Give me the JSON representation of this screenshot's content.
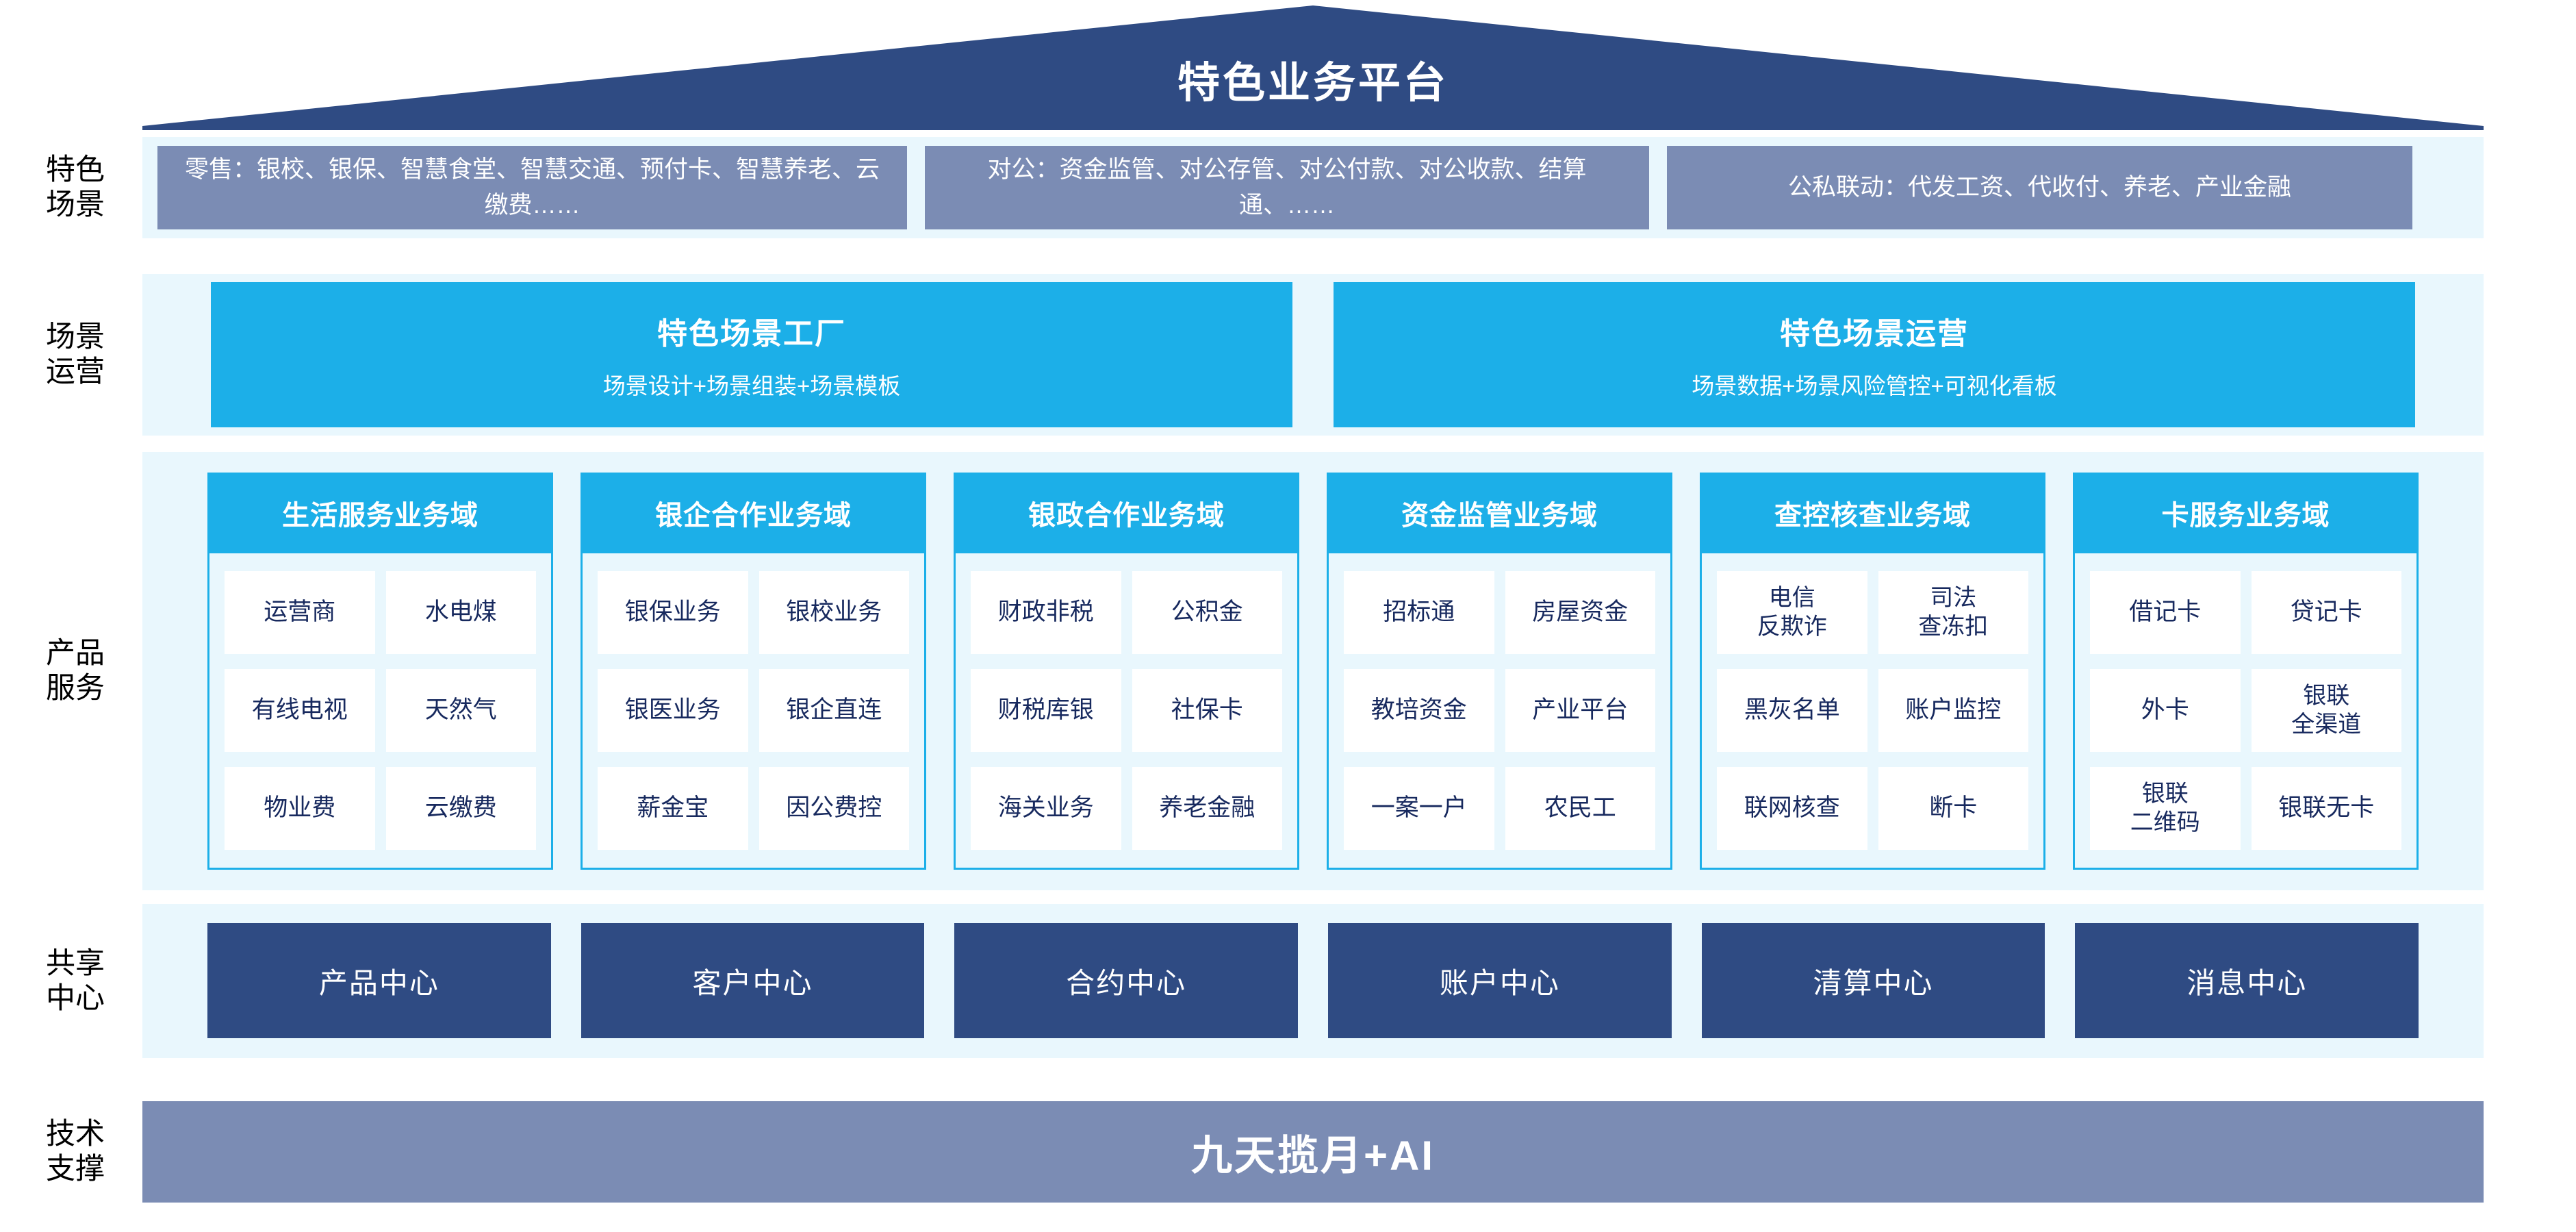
{
  "platform": {
    "title": "特色业务平台"
  },
  "rows": {
    "scenario_label": "特色\n场景",
    "operation_label": "场景\n运营",
    "product_label": "产品\n服务",
    "shared_label": "共享\n中心",
    "tech_label": "技术\n支撑"
  },
  "scenarios": [
    {
      "name": "retail",
      "text": "零售：银校、银保、智慧食堂、智慧交通、预付卡、智慧养老、云缴费……"
    },
    {
      "name": "corporate",
      "text": "对公：资金监管、对公存管、对公付款、对公收款、结算通、……"
    },
    {
      "name": "linkage",
      "text": "公私联动：代发工资、代收付、养老、产业金融"
    }
  ],
  "operations": [
    {
      "title": "特色场景工厂",
      "subtitle": "场景设计+场景组装+场景模板"
    },
    {
      "title": "特色场景运营",
      "subtitle": "场景数据+场景风险管控+可视化看板"
    }
  ],
  "domains": [
    {
      "title": "生活服务业务域",
      "items": [
        "运营商",
        "水电煤",
        "有线电视",
        "天然气",
        "物业费",
        "云缴费"
      ]
    },
    {
      "title": "银企合作业务域",
      "items": [
        "银保业务",
        "银校业务",
        "银医业务",
        "银企直连",
        "薪金宝",
        "因公费控"
      ]
    },
    {
      "title": "银政合作业务域",
      "items": [
        "财政非税",
        "公积金",
        "财税库银",
        "社保卡",
        "海关业务",
        "养老金融"
      ]
    },
    {
      "title": "资金监管业务域",
      "items": [
        "招标通",
        "房屋资金",
        "教培资金",
        "产业平台",
        "一案一户",
        "农民工"
      ]
    },
    {
      "title": "查控核查业务域",
      "items": [
        "电信\n反欺诈",
        "司法\n查冻扣",
        "黑灰名单",
        "账户监控",
        "联网核查",
        "断卡"
      ]
    },
    {
      "title": "卡服务业务域",
      "items": [
        "借记卡",
        "贷记卡",
        "外卡",
        "银联\n全渠道",
        "银联\n二维码",
        "银联无卡"
      ]
    }
  ],
  "shared_centers": [
    "产品中心",
    "客户中心",
    "合约中心",
    "账户中心",
    "清算中心",
    "消息中心"
  ],
  "tech_support": {
    "label": "九天揽月+AI"
  },
  "colors": {
    "navy": "#2f4b83",
    "cyan": "#1cafe8",
    "slate": "#7b8cb4",
    "band_bg": "#e9f7fd",
    "cell_text": "#17295e",
    "white": "#ffffff"
  }
}
